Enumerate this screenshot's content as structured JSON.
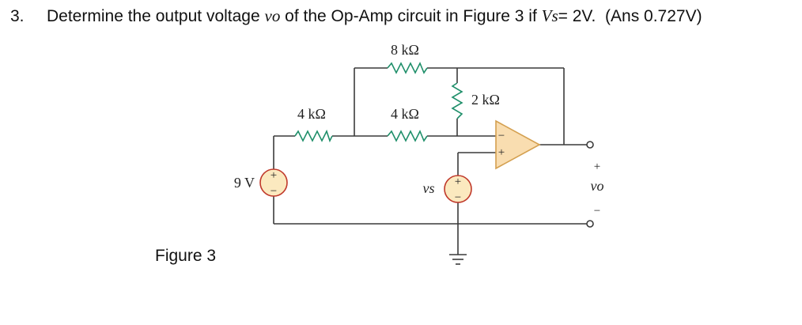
{
  "question": {
    "number": "3.",
    "text_before": "Determine the output voltage ",
    "vo_symbol": "vo",
    "text_middle": " of the Op-Amp circuit in Figure 3 if ",
    "vs_symbol": "Vs",
    "text_after": "= 2V.",
    "answer": "(Ans 0.727V)"
  },
  "figure": {
    "label": "Figure 3",
    "resistor_top": "8 kΩ",
    "resistor_left": "4 kΩ",
    "resistor_mid": "4 kΩ",
    "resistor_vertical": "2 kΩ",
    "source_left": "9 V",
    "source_right_label": "vs",
    "output_label": "vo",
    "output_plus": "+",
    "output_minus": "−",
    "opamp_minus": "−",
    "opamp_plus": "+",
    "source_plus": "+",
    "source_minus": "−",
    "colors": {
      "wire": "#3a3a3a",
      "resistor": "#1f8f6a",
      "source_fill": "#fbe9bf",
      "source_stroke": "#c0392b",
      "opamp_fill": "#f9ddb0",
      "opamp_stroke": "#d4a050"
    }
  }
}
